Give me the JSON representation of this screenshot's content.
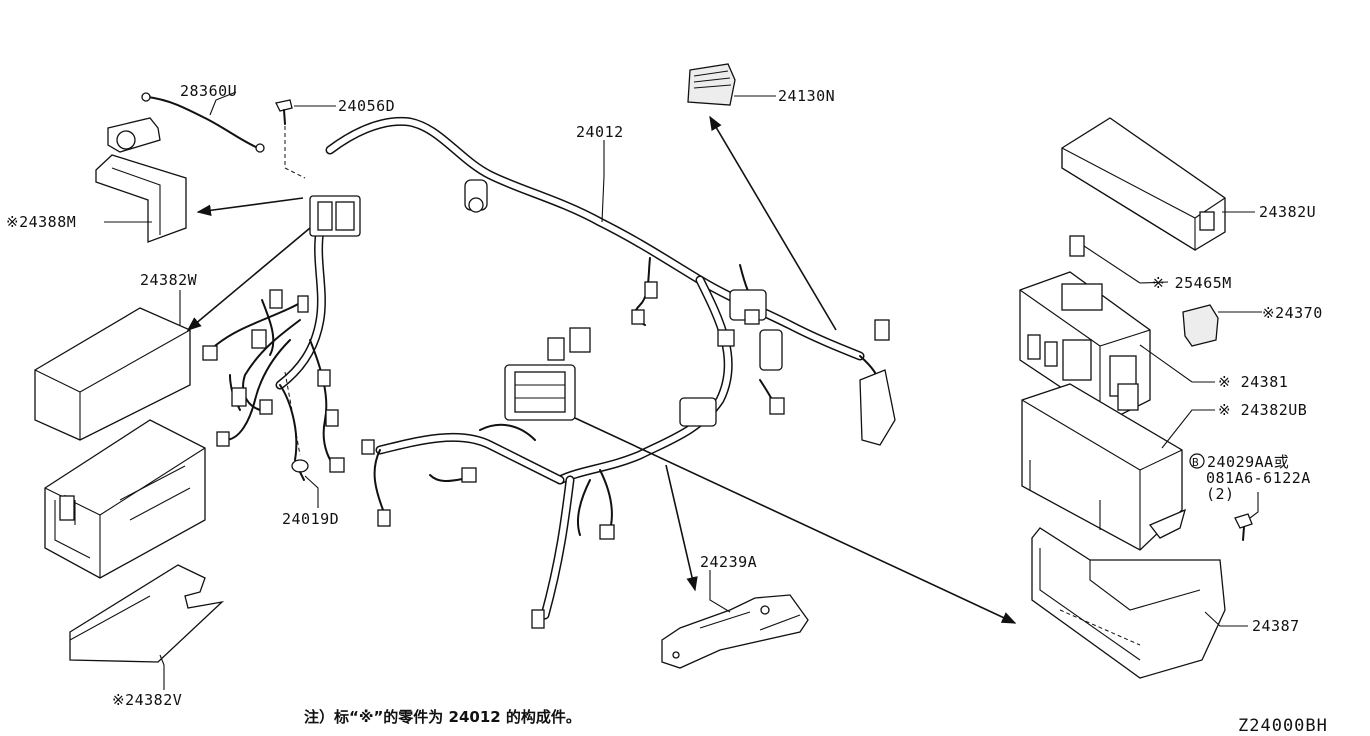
{
  "labels": {
    "l_28360U": "28360U",
    "l_24056D": "24056D",
    "l_24130N": "24130N",
    "l_24012": "24012",
    "l_24388M": "※24388M",
    "l_24382U": "24382U",
    "l_24382W": "24382W",
    "l_25465M": "※ 25465M",
    "l_24370": "※24370",
    "l_24381": "※ 24381",
    "l_24382UB": "※ 24382UB",
    "l_24029AA": "24029AA或",
    "l_081A6": "081A6-6122A",
    "l_qty": "(2)",
    "l_24019D": "24019D",
    "l_24239A": "24239A",
    "l_24387": "24387",
    "l_24382V": "※24382V"
  },
  "callout_marker": "B",
  "footnote": "注）标“※”的零件为 24012 的构成件。",
  "diagram_code": "Z24000BH"
}
